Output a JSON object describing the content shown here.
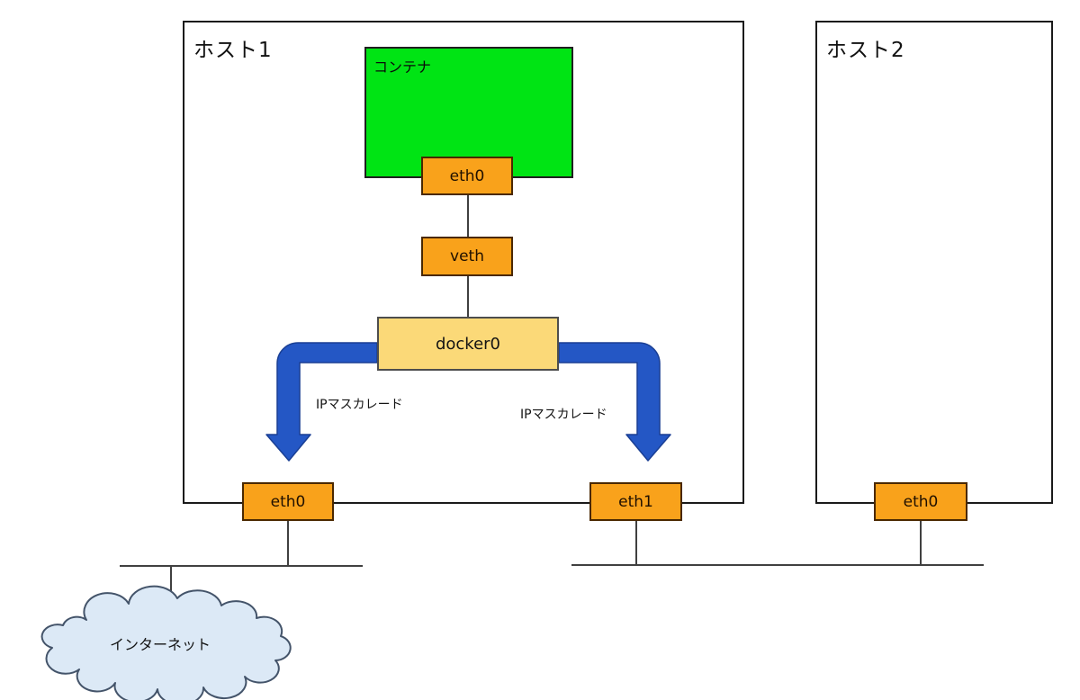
{
  "hosts": {
    "host1_title": "ホスト1",
    "host2_title": "ホスト2"
  },
  "nodes": {
    "container": "コンテナ",
    "container_eth0": "eth0",
    "veth": "veth",
    "docker0": "docker0",
    "host1_eth0": "eth0",
    "host1_eth1": "eth1",
    "host2_eth0": "eth0"
  },
  "labels": {
    "masquerade_left": "IPマスカレード",
    "masquerade_right": "IPマスカレード",
    "internet": "インターネット"
  },
  "palette": {
    "container_green": "#00E414",
    "interface_orange": "#F9A21B",
    "interface_border": "#4A2800",
    "bridge_yellow": "#FBD978",
    "arrow_blue": "#2457C5",
    "cloud_fill": "#DCE9F6",
    "cloud_border": "#44546A",
    "line_color": "#404040"
  }
}
